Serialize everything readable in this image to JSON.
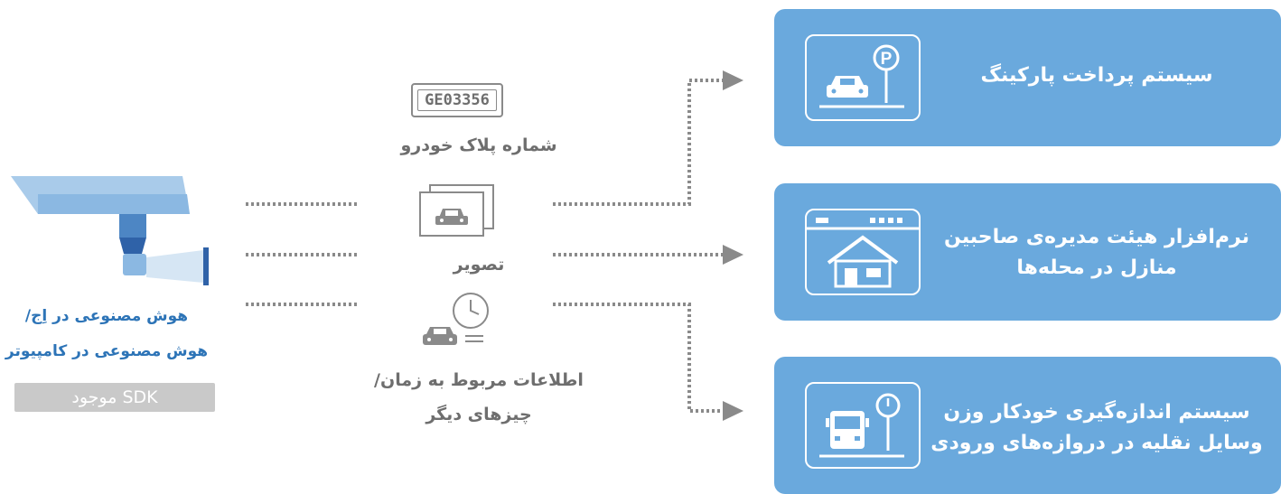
{
  "source": {
    "title_line1": "هوش مصنوعی در اِج/",
    "title_line2": "هوش مصنوعی در کامپیوتر",
    "sdk_badge": "SDK موجود"
  },
  "data_items": [
    {
      "icon": "license-plate-icon",
      "plate_text": "GE03356",
      "label": "شماره پلاک خودرو"
    },
    {
      "icon": "image-stack-car-icon",
      "label": "تصویر"
    },
    {
      "icon": "car-clock-icon",
      "label_line1": "اطلاعات مربوط به زمان/",
      "label_line2": "چیزهای دیگر"
    }
  ],
  "destinations": [
    {
      "icon": "parking-icon",
      "label_line1": "سیستم پرداخت پارکینگ"
    },
    {
      "icon": "browser-house-icon",
      "label_line1": "نرم‌افزار هیئت مدیره‌ی صاحبین",
      "label_line2": "منازل در محله‌ها"
    },
    {
      "icon": "truck-scale-icon",
      "label_line1": "سیستم اندازه‌گیری خودکار وزن",
      "label_line2": "وسایل نقلیه در دروازه‌های ورودی"
    }
  ],
  "colors": {
    "accent_blue": "#6aa9dd",
    "title_blue": "#2d74b7",
    "gray_text": "#6e6e6e",
    "dotted_gray": "#8a8a8a",
    "badge_gray": "#c9c9c9"
  }
}
